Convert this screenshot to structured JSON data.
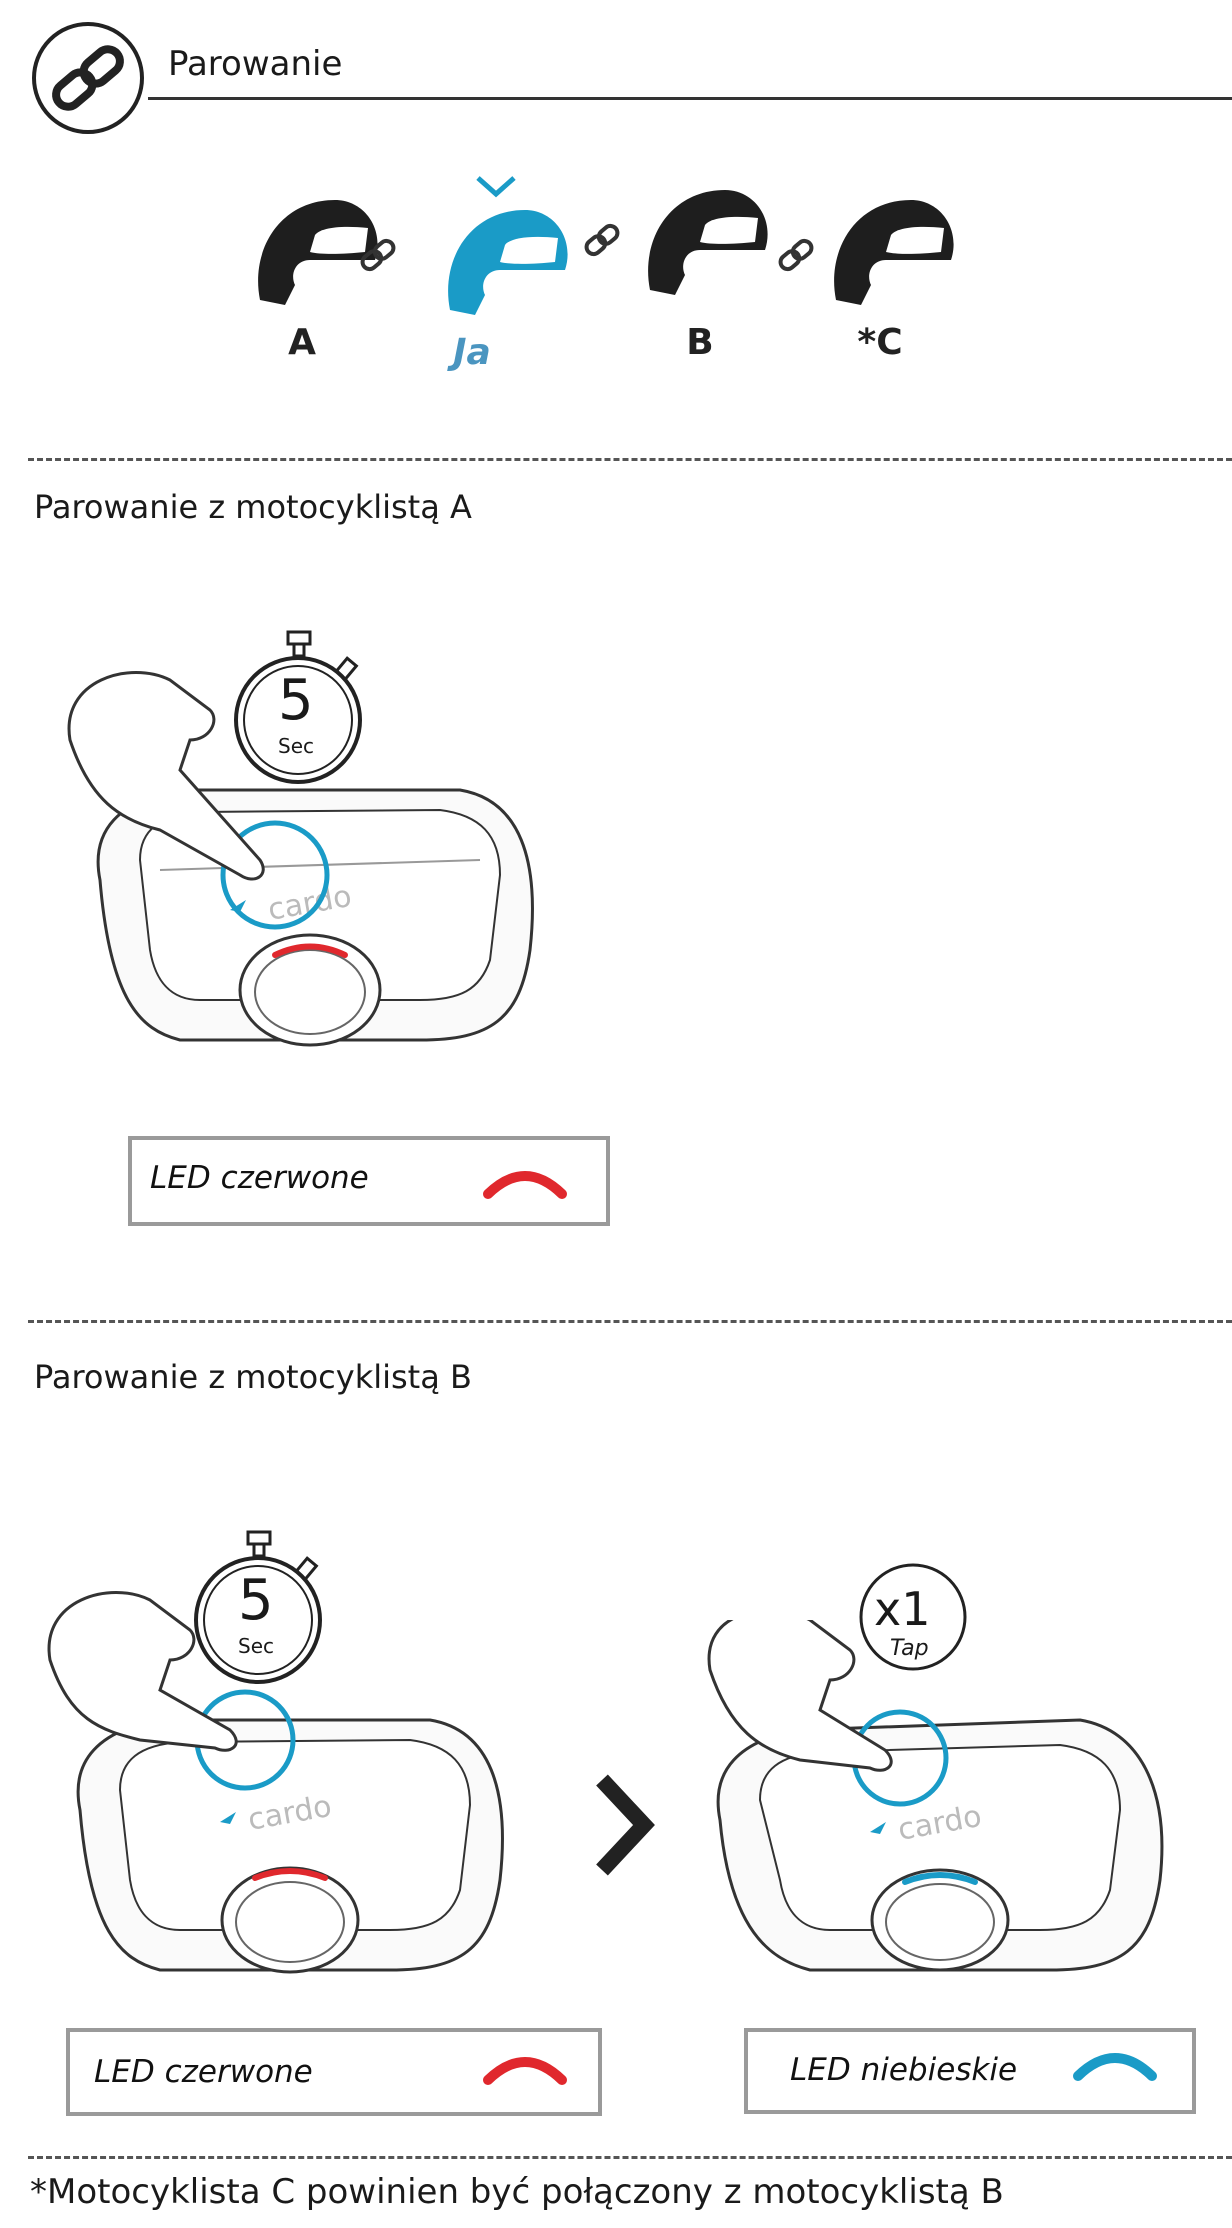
{
  "header": {
    "title": "Parowanie",
    "icon": "link-icon"
  },
  "helmets": [
    {
      "label": "A",
      "color": "#1e1e1e"
    },
    {
      "label": "Ja",
      "color": "#1a9bc7",
      "marker": "chevron-down-icon"
    },
    {
      "label": "B",
      "color": "#1e1e1e"
    },
    {
      "label": "*C",
      "color": "#1e1e1e"
    }
  ],
  "section_a": {
    "title": "Parowanie z motocyklistą A",
    "timer_value": "5",
    "timer_unit": "Sec",
    "brand": "cardo",
    "led_label": "LED czerwone",
    "led_color": "#e0282d"
  },
  "section_b": {
    "title": "Parowanie z motocyklistą B",
    "timer_value": "5",
    "timer_unit": "Sec",
    "brand": "cardo",
    "led_label_left": "LED czerwone",
    "led_color_left": "#e0282d",
    "tap_count": "x1",
    "tap_label": "Tap",
    "led_label_right": "LED niebieskie",
    "led_color_right": "#1a9bc7"
  },
  "footnote": "*Motocyklista C powinien być połączony z motocyklistą B"
}
